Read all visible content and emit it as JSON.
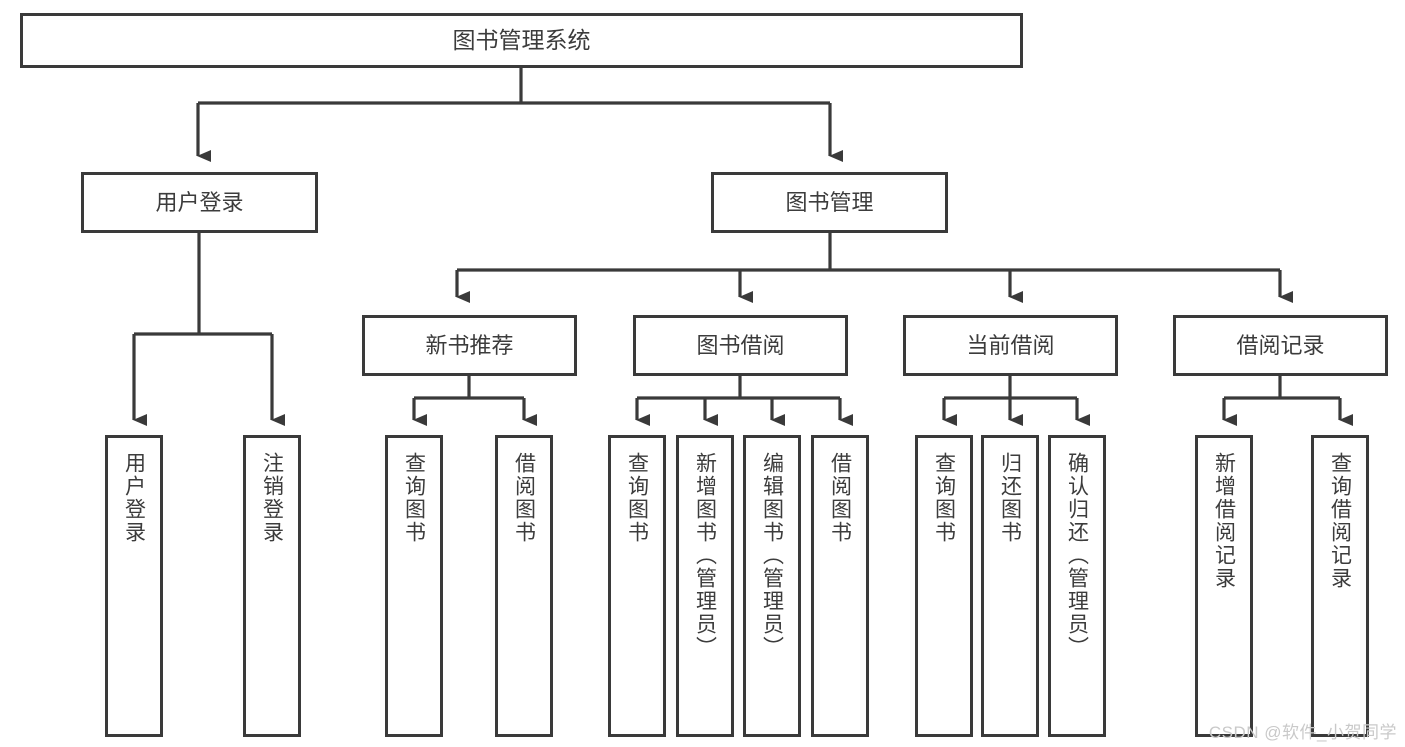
{
  "diagram": {
    "title": "图书管理系统",
    "type": "hierarchy-tree",
    "watermark": "CSDN @软件_小贺同学",
    "colors": {
      "stroke": "#3a3a3a",
      "text": "#3c3c3c",
      "background": "#ffffff",
      "watermark": "#c9c9c9"
    },
    "levels": {
      "root": {
        "label": "图书管理系统"
      },
      "level2": [
        {
          "label": "用户登录"
        },
        {
          "label": "图书管理"
        }
      ],
      "level3": [
        {
          "label": "新书推荐"
        },
        {
          "label": "图书借阅"
        },
        {
          "label": "当前借阅"
        },
        {
          "label": "借阅记录"
        }
      ],
      "leaves": {
        "user_login": [
          {
            "label": "用户登录"
          },
          {
            "label": "注销登录"
          }
        ],
        "new_book_recommend": [
          {
            "label": "查询图书"
          },
          {
            "label": "借阅图书"
          }
        ],
        "book_borrow": [
          {
            "label": "查询图书"
          },
          {
            "label": "新增图书（管理员）"
          },
          {
            "label": "编辑图书（管理员）"
          },
          {
            "label": "借阅图书"
          }
        ],
        "current_borrow": [
          {
            "label": "查询图书"
          },
          {
            "label": "归还图书"
          },
          {
            "label": "确认归还（管理员）"
          }
        ],
        "borrow_record": [
          {
            "label": "新增借阅记录"
          },
          {
            "label": "查询借阅记录"
          }
        ]
      }
    }
  }
}
